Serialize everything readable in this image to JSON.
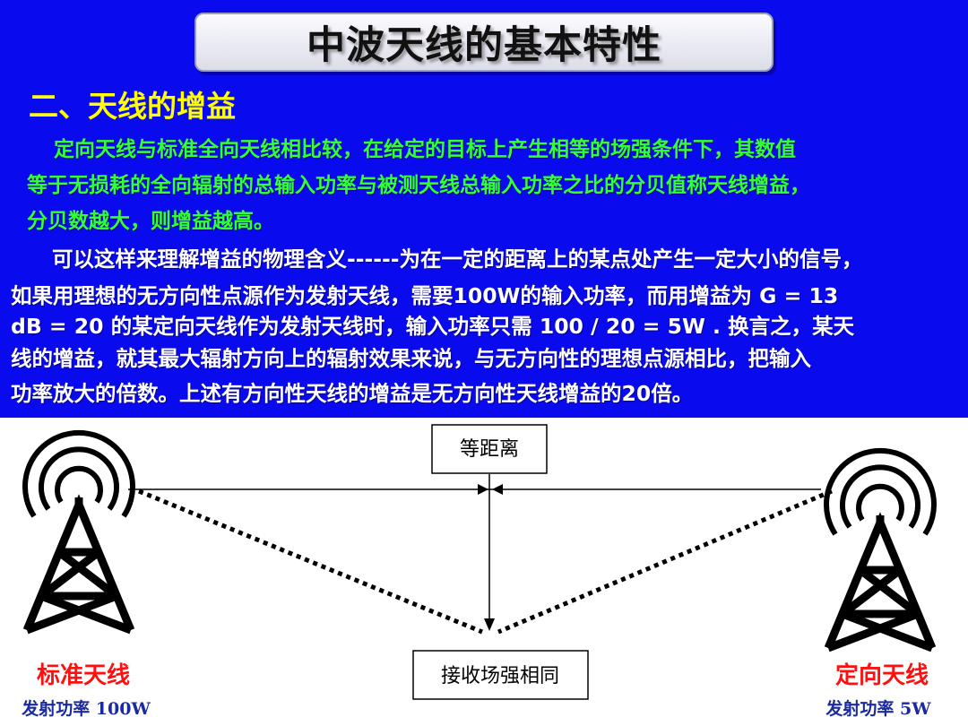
{
  "title": "中波天线的基本特性",
  "section_heading": "二、天线的增益",
  "green_paragraph": [
    "定向天线与标准全向天线相比较，在给定的目标上产生相等的场强条件下，其数值",
    "等于无损耗的全向辐射的总输入功率与被测天线总输入功率之比的分贝值称天线增益，",
    "分贝数越大，则增益越高。"
  ],
  "white_paragraph": [
    "可以这样来理解增益的物理含义------为在一定的距离上的某点处产生一定大小的信号，",
    "如果用理想的无方向性点源作为发射天线，需要100W的输入功率，而用增益为 G = 13",
    "dB = 20 的某定向天线作为发射天线时，输入功率只需 100 / 20 = 5W .   换言之，某天",
    "线的增益，就其最大辐射方向上的辐射效果来说，与无方向性的理想点源相比，把输入",
    "功率放大的倍数。上述有方向性天线的增益是无方向性天线增益的20倍。"
  ],
  "diagram": {
    "equal_distance_label": "等距离",
    "receive_label": "接收场强相同",
    "left_antenna": {
      "name": "标准天线",
      "power": "发射功率 100W"
    },
    "right_antenna": {
      "name": "定向天线",
      "power": "发射功率 5W"
    }
  },
  "colors": {
    "panel_background": "#0a0aef",
    "heading": "#ffff00",
    "green_text": "#33ff33",
    "white_text": "#ffffff",
    "antenna_name": "#ff1010",
    "power_text": "#1a2aa0"
  }
}
